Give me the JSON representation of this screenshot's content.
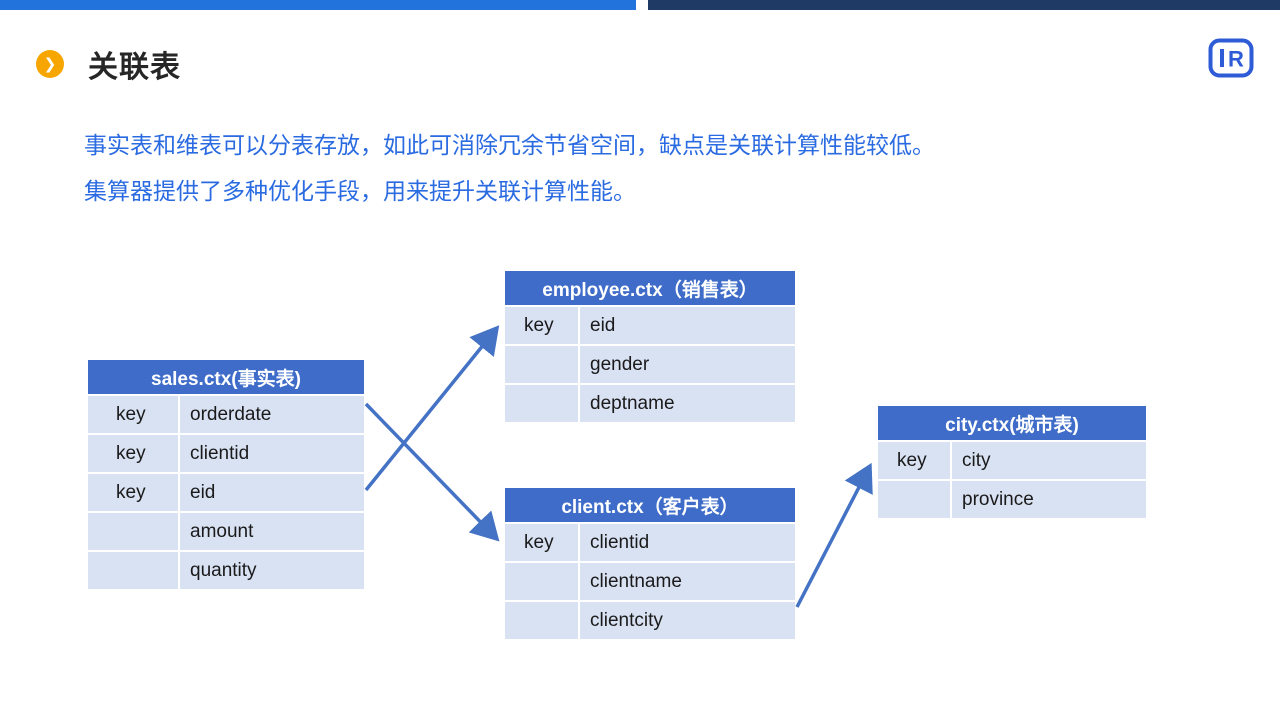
{
  "slide": {
    "title": "关联表",
    "title_icon": "❯",
    "logo_text": "R",
    "body_lines": [
      "事实表和维表可以分表存放，如此可消除冗余节省空间，缺点是关联计算性能较低。",
      "集算器提供了多种优化手段，用来提升关联计算性能。"
    ]
  },
  "colors": {
    "header_blue": "#3E6CC8",
    "row_bg": "#D9E2F3",
    "accent_orange": "#F7A600",
    "body_blue": "#2A6BE2",
    "topbar_left_blue": "#2373DC",
    "topbar_right_navy": "#203A66",
    "arrow_blue": "#4472C4",
    "logo_blue": "#2E5BD6",
    "title_color": "#262626"
  },
  "tables": {
    "sales": {
      "title": "sales.ctx(事实表)",
      "rows": [
        {
          "key": "key",
          "field": "orderdate"
        },
        {
          "key": "key",
          "field": "clientid"
        },
        {
          "key": "key",
          "field": "eid"
        },
        {
          "key": "",
          "field": "amount"
        },
        {
          "key": "",
          "field": "quantity"
        }
      ]
    },
    "employee": {
      "title": "employee.ctx（销售表）",
      "rows": [
        {
          "key": "key",
          "field": "eid"
        },
        {
          "key": "",
          "field": "gender"
        },
        {
          "key": "",
          "field": "deptname"
        }
      ]
    },
    "client": {
      "title": "client.ctx（客户表）",
      "rows": [
        {
          "key": "key",
          "field": "clientid"
        },
        {
          "key": "",
          "field": "clientname"
        },
        {
          "key": "",
          "field": "clientcity"
        }
      ]
    },
    "city": {
      "title": "city.ctx(城市表)",
      "rows": [
        {
          "key": "key",
          "field": "city"
        },
        {
          "key": "",
          "field": "province"
        }
      ]
    }
  },
  "relations": [
    {
      "from": "sales.eid",
      "to": "employee.eid"
    },
    {
      "from": "sales.clientid",
      "to": "client.clientid"
    },
    {
      "from": "client.clientcity",
      "to": "city.city"
    }
  ]
}
